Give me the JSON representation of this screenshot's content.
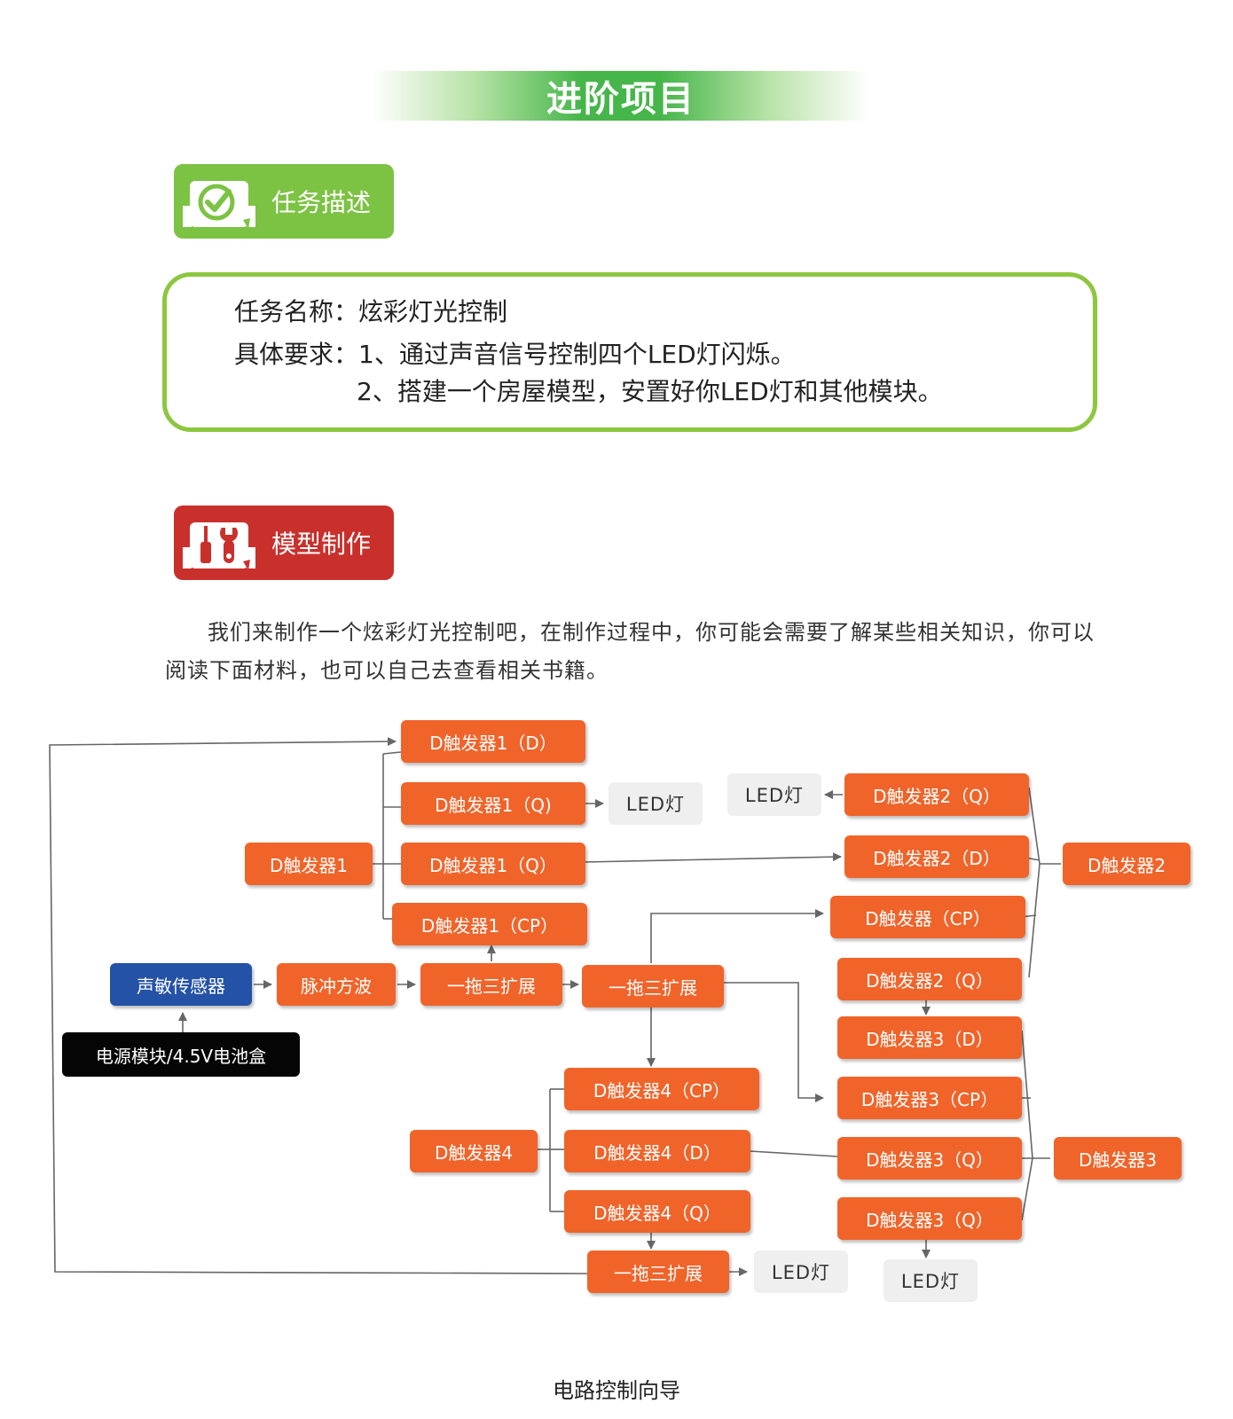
{
  "banner": {
    "title": "进阶项目"
  },
  "section_task": {
    "label": "任务描述",
    "icon": "check-clipboard-icon"
  },
  "task": {
    "name_label": "任务名称：",
    "name_value": "炫彩灯光控制",
    "req_label": "具体要求：",
    "req_1": "1、通过声音信号控制四个LED灯闪烁。",
    "req_2": "2、搭建一个房屋模型，安置好你LED灯和其他模块。"
  },
  "section_model": {
    "label": "模型制作",
    "icon": "tools-icon"
  },
  "intro": "我们来制作一个炫彩灯光控制吧，在制作过程中，你可能会需要了解某些相关知识，你可以阅读下面材料，也可以自己去查看相关书籍。",
  "colors": {
    "green": "#7cc243",
    "red": "#c9302c",
    "orange": "#f0642a",
    "blue": "#2452a6",
    "black": "#050505",
    "grey": "#efefef",
    "line": "#666666"
  },
  "diagram": {
    "nodes": {
      "n_d1d": "D触发器1（D）",
      "n_d1q1": "D触发器1（Q)",
      "n_led1": "LED灯",
      "n_led2": "LED灯",
      "n_d2q1": "D触发器2（Q）",
      "n_d1": "D触发器1",
      "n_d1q2": "D触发器1（Q）",
      "n_d2d": "D触发器2（D）",
      "n_d2": "D触发器2",
      "n_d1cp": "D触发器1（CP）",
      "n_dcp": "D触发器（CP）",
      "n_sensor": "声敏传感器",
      "n_pulse": "脉冲方波",
      "n_ext1": "一拖三扩展",
      "n_ext2": "一拖三扩展",
      "n_d2q2": "D触发器2（Q）",
      "n_power": "电源模块/4.5V电池盒",
      "n_d3d": "D触发器3（D）",
      "n_d4cp": "D触发器4（CP）",
      "n_d3cp": "D触发器3（CP）",
      "n_d4": "D触发器4",
      "n_d4d": "D触发器4（D）",
      "n_d3q1": "D触发器3（Q）",
      "n_d3": "D触发器3",
      "n_d4q": "D触发器4（Q）",
      "n_d3q2": "D触发器3（Q）",
      "n_ext3": "一拖三扩展",
      "n_led3": "LED灯",
      "n_led4": "LED灯"
    }
  },
  "caption": "电路控制向导"
}
